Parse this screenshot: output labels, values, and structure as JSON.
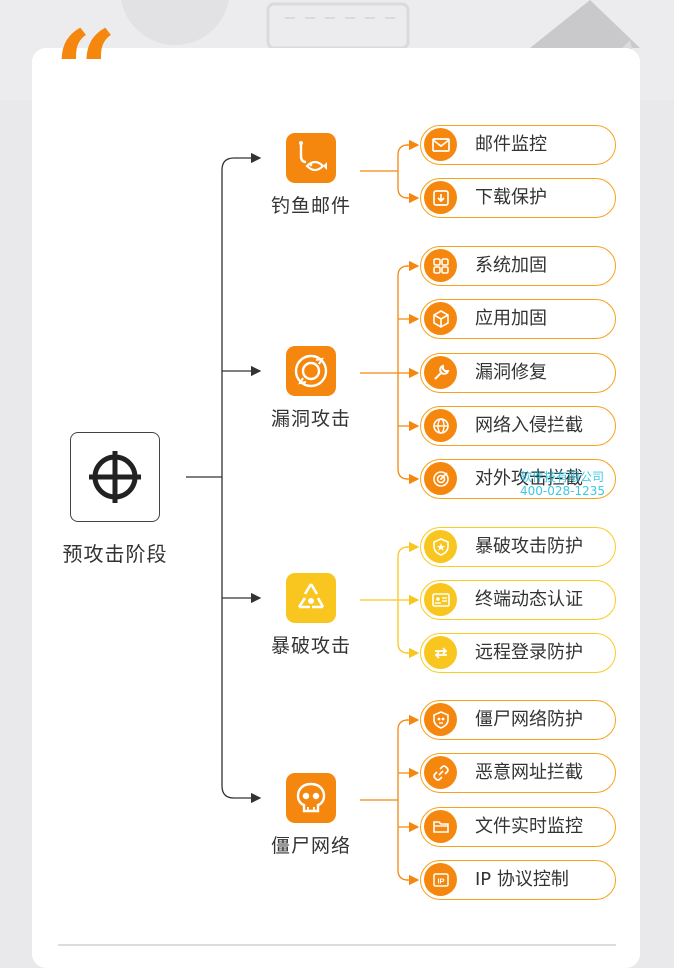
{
  "colors": {
    "orange": "#f5870f",
    "yellow": "#f9c51f",
    "line": "#333333",
    "border": "#f7a21b"
  },
  "quote_mark": "“",
  "root": {
    "label": "预攻击阶段",
    "icon": "crosshair-icon"
  },
  "categories": [
    {
      "label": "钓鱼邮件",
      "icon": "fishing-hook-icon",
      "color": "orange",
      "items": [
        {
          "label": "邮件监控",
          "icon": "mail-icon"
        },
        {
          "label": "下载保护",
          "icon": "download-icon"
        }
      ]
    },
    {
      "label": "漏洞攻击",
      "icon": "target-cycle-icon",
      "color": "orange",
      "items": [
        {
          "label": "系统加固",
          "icon": "grid-icon"
        },
        {
          "label": "应用加固",
          "icon": "cube-icon"
        },
        {
          "label": "漏洞修复",
          "icon": "wrench-icon"
        },
        {
          "label": "网络入侵拦截",
          "icon": "globe-icon"
        },
        {
          "label": "对外攻击拦截",
          "icon": "target-icon"
        }
      ]
    },
    {
      "label": "暴破攻击",
      "icon": "recycle-icon",
      "color": "yellow",
      "items": [
        {
          "label": "暴破攻击防护",
          "icon": "shield-star-icon"
        },
        {
          "label": "终端动态认证",
          "icon": "id-card-icon"
        },
        {
          "label": "远程登录防护",
          "icon": "remote-arrows-icon"
        }
      ]
    },
    {
      "label": "僵尸网络",
      "icon": "skull-icon",
      "color": "orange",
      "items": [
        {
          "label": "僵尸网络防护",
          "icon": "shield-skull-icon"
        },
        {
          "label": "恶意网址拦截",
          "icon": "link-icon"
        },
        {
          "label": "文件实时监控",
          "icon": "folder-icon"
        },
        {
          "label": "IP 协议控制",
          "icon": "ip-icon"
        }
      ]
    }
  ],
  "watermark": {
    "line1": "软件技有限公司",
    "line2": "400-028-1235"
  }
}
